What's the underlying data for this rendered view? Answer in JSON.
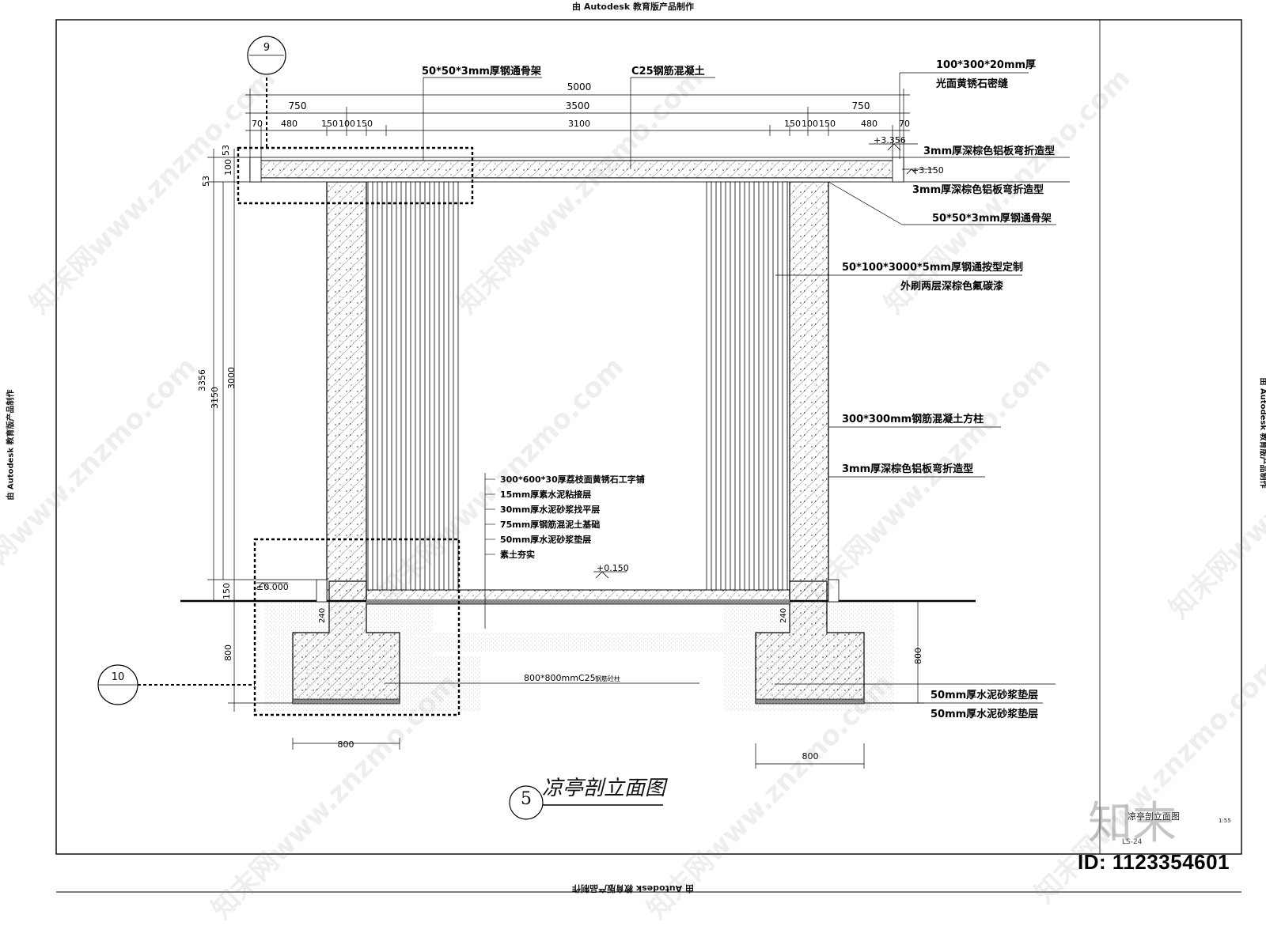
{
  "header": {
    "autodesk_notice": "由 Autodesk 教育版产品制作"
  },
  "id_label": "ID: 1123354601",
  "watermark_text": "知末网www.znzmo.com",
  "logo_text": "知末",
  "drawing_title": {
    "number": "5",
    "title": "凉亭剖立面图"
  },
  "title_block": {
    "title": "凉亭剖立面图",
    "scale": "1:55",
    "sheet": "LS-24"
  },
  "section_refs": {
    "top": "9",
    "bottom": "10"
  },
  "dims_top": {
    "overall": "5000",
    "row2": [
      "750",
      "3500",
      "750"
    ],
    "row3": [
      "70",
      "480",
      "150",
      "100",
      "150",
      "3100",
      "150",
      "100",
      "150",
      "480",
      "70"
    ]
  },
  "dims_left": [
    "53",
    "100",
    "53",
    "3356",
    "3000",
    "3150",
    "150",
    "800"
  ],
  "dims_other": {
    "right_footing_depth": "800",
    "footing_width_left": "800",
    "footing_width_right": "800",
    "left_240": "240",
    "right_240": "240"
  },
  "levels": {
    "roof_top": "+3.356",
    "roof_bottom": "+3.150",
    "ground": "±0.000",
    "floor": "+0.150"
  },
  "annotations": {
    "steel_frame_top": "50*50*3mm厚钢通骨架",
    "concrete_slab": "C25钢筋混凝土",
    "stone_cap_1": "100*300*20mm厚",
    "stone_cap_2": "光面黄锈石密缝",
    "alu_top": "3mm厚深棕色铝板弯折造型",
    "alu_mid": "3mm厚深棕色铝板弯折造型",
    "steel_frame_right": "50*50*3mm厚钢通骨架",
    "steel_louver_1": "50*100*3000*5mm厚钢通按型定制",
    "steel_louver_2": "外刷两层深棕色氟碳漆",
    "column": "300*300mm钢筋混凝土方柱",
    "alu_column": "3mm厚深棕色铝板弯折造型",
    "footing": "800*800mmC25",
    "footing_small": "钢筋砼柱",
    "cushion_1": "50mm厚水泥砂浆垫层",
    "cushion_2": "50mm厚水泥砂浆垫层"
  },
  "floor_layers": [
    "300*600*30厚荔枝面黄锈石工字铺",
    "15mm厚素水泥粘接层",
    "30mm厚水泥砂浆找平层",
    "75mm厚钢筋混泥土基础",
    "50mm厚水泥砂浆垫层",
    "素土夯实"
  ]
}
